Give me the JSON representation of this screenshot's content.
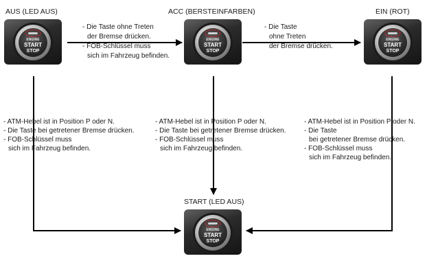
{
  "states": {
    "off": {
      "label": "AUS (LED AUS)"
    },
    "acc": {
      "label": "ACC (BERSTEINFARBEN)"
    },
    "on": {
      "label": "EIN (ROT)"
    },
    "start": {
      "label": "START (LED AUS)"
    }
  },
  "button": {
    "line1": "ENGINE",
    "line2": "START",
    "line3": "STOP",
    "led_highlight_color": "#e0242a"
  },
  "transitions": {
    "off_to_acc": {
      "lines": [
        "- Die Taste ohne Treten",
        "  der Bremse drücken.",
        "- FOB-Schlüssel muss",
        "  sich im Fahrzeug befinden."
      ]
    },
    "acc_to_on": {
      "lines": [
        "- Die Taste",
        "  ohne Treten",
        "  der Bremse drücken."
      ]
    },
    "off_to_start": {
      "lines": [
        "- ATM-Hebel ist in Position P oder N.",
        "- Die Taste bei getretener Bremse drücken.",
        "- FOB-Schlüssel muss",
        "  sich im Fahrzeug befinden."
      ]
    },
    "acc_to_start": {
      "lines": [
        "- ATM-Hebel ist in Position P oder N.",
        "- Die Taste bei getretener Bremse drücken.",
        "- FOB-Schlüssel muss",
        "  sich im Fahrzeug befinden."
      ]
    },
    "on_to_start": {
      "lines": [
        "- ATM-Hebel ist in Position P oder N.",
        "- Die Taste",
        "  bei getretener Bremse drücken.",
        "- FOB-Schlüssel muss",
        "  sich im Fahrzeug befinden."
      ]
    }
  }
}
